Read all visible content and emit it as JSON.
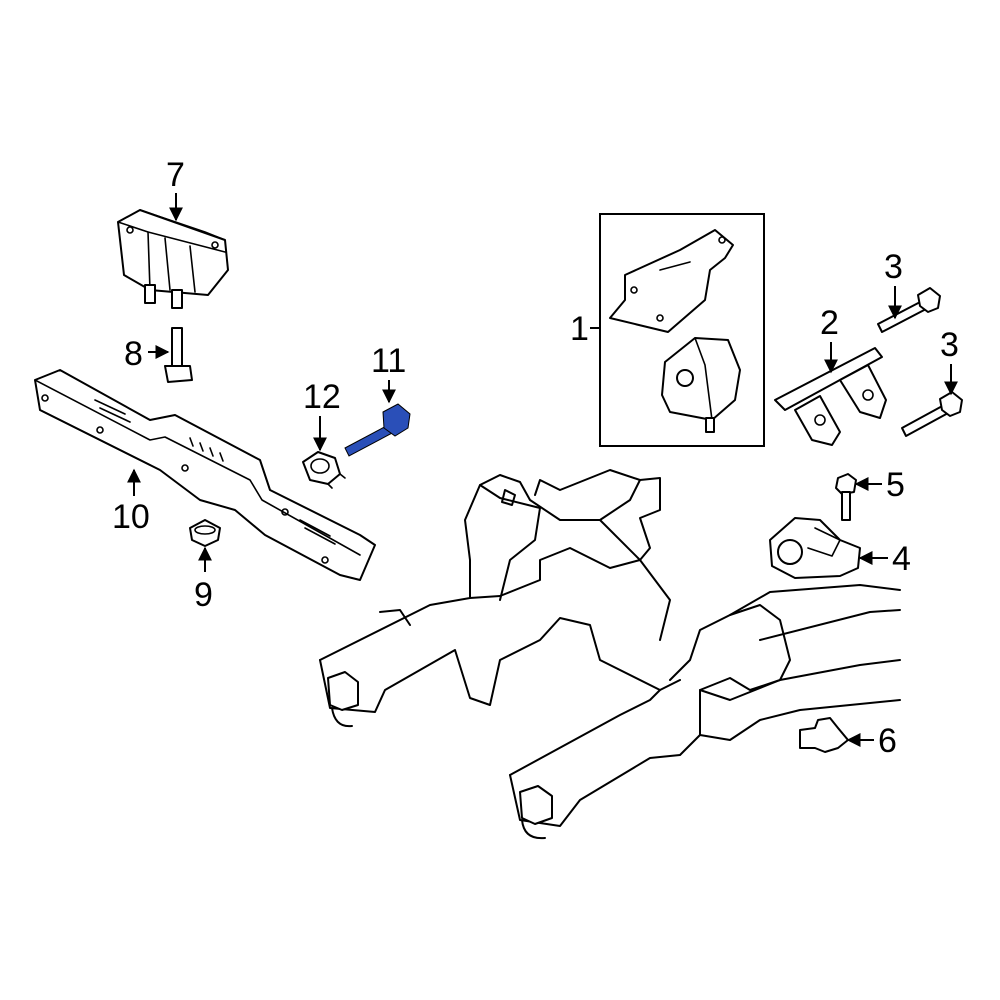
{
  "highlight_color": "#2a4fb8",
  "callouts": [
    {
      "id": "1",
      "label": "1"
    },
    {
      "id": "2",
      "label": "2"
    },
    {
      "id": "3a",
      "label": "3"
    },
    {
      "id": "3b",
      "label": "3"
    },
    {
      "id": "4",
      "label": "4"
    },
    {
      "id": "5",
      "label": "5"
    },
    {
      "id": "6",
      "label": "6"
    },
    {
      "id": "7",
      "label": "7"
    },
    {
      "id": "8",
      "label": "8"
    },
    {
      "id": "9",
      "label": "9"
    },
    {
      "id": "10",
      "label": "10"
    },
    {
      "id": "11",
      "label": "11"
    },
    {
      "id": "12",
      "label": "12"
    }
  ],
  "highlighted_part": "11"
}
